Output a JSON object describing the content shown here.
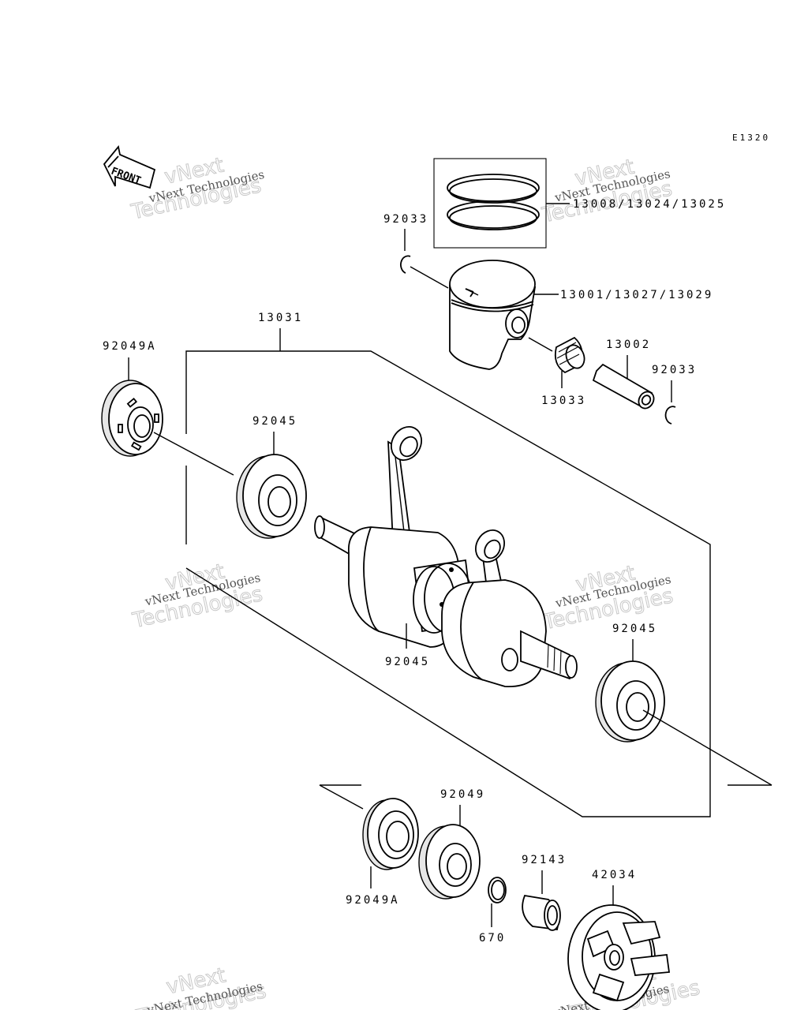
{
  "diagram_code": "E1320",
  "front_label": "FRONT",
  "parts": {
    "piston_rings": "13008/13024/13025",
    "piston": "13001/13027/13029",
    "circlip_top": "92033",
    "crankshaft_assy": "13031",
    "oil_seal_left": "92049A",
    "bearing_left": "92045",
    "needle_bearing": "13033",
    "piston_pin": "13002",
    "circlip_right": "92033",
    "bearing_center": "92045",
    "bearing_right": "92045",
    "oil_seal_lower": "92049",
    "oil_seal_lower_a": "92049A",
    "o_ring": "670",
    "collar": "92143",
    "coupling": "42034"
  },
  "watermark": {
    "line1": "vNext Technologies",
    "line2": "vNext",
    "line3": "Technologies"
  }
}
